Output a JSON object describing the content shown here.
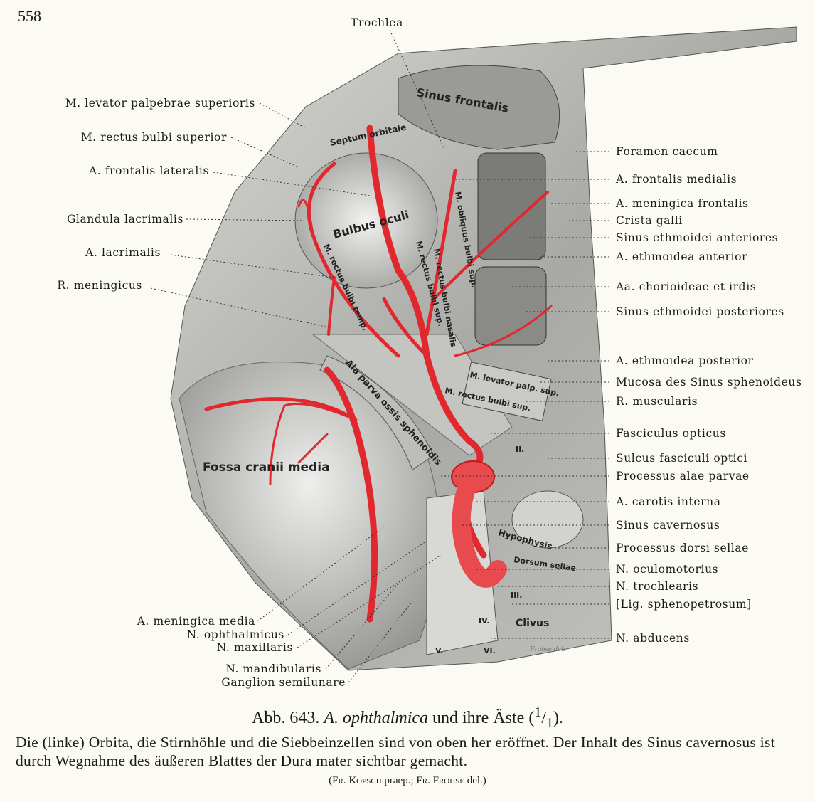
{
  "page_number": "558",
  "figure": {
    "top_label": "Trochlea",
    "left_labels": [
      "M. levator palpebrae superioris",
      "M. rectus bulbi superior",
      "A. frontalis lateralis",
      "Glandula lacrimalis",
      "A. lacrimalis",
      "R. meningicus"
    ],
    "bottom_labels": [
      "A. meningica media",
      "N. ophthalmicus",
      "N. maxillaris",
      "N. mandibularis",
      "Ganglion semilunare"
    ],
    "right_labels": [
      "Foramen caecum",
      "A. frontalis medialis",
      "A. meningica frontalis",
      "Crista galli",
      "Sinus ethmoidei anteriores",
      "A. ethmoidea anterior",
      "Aa. chorioideae et irdis",
      "Sinus ethmoidei posteriores",
      "A. ethmoidea posterior",
      "Mucosa des Sinus sphenoideus",
      "R. muscularis",
      "Fasciculus opticus",
      "Sulcus fasciculi optici",
      "Processus alae parvae",
      "A. carotis interna",
      "Sinus cavernosus",
      "Processus dorsi sellae",
      "N. oculomotorius",
      "N. trochlearis",
      "[Lig. sphenopetrosum]",
      "N. abducens"
    ],
    "inner_labels": {
      "sinus_frontalis": "Sinus frontalis",
      "septum_orbitale": "Septum orbitale",
      "bulbus_oculi": "Bulbus oculi",
      "m_obliquus": "M. obliquus bulbi sup.",
      "m_rectus_medialis": "M. rectus bulbi nasalis",
      "m_rectus_temp": "M. rectus bulbi temp.",
      "m_rectus_sup": "M. rectus bulbi sup.",
      "ala_parva": "Ala parva ossis sphenoidis",
      "fossa": "Fossa cranii media",
      "levator": "M. levator palp. sup.",
      "rectus_sup2": "M. rectus bulbi sup.",
      "hypophysis": "Hypophysis",
      "dorsum": "Dorsum sellae",
      "clivus": "Clivus",
      "n2": "II.",
      "n3": "III.",
      "n4": "IV.",
      "n5": "V.",
      "n6": "VI.",
      "signature": "Frohse del."
    }
  },
  "caption": {
    "prefix": "Abb. 643. ",
    "title_italic": "A. ophthalmica",
    "title_rest": " und ihre Äste (",
    "scale_sup": "1",
    "scale_sep": "/",
    "scale_sub": "1",
    "scale_end": ").",
    "body": "Die (linke) Orbita, die Stirnhöhle und die Siebbeinzellen sind von oben her eröffnet. Der Inhalt des Sinus cavernosus ist durch Wegnahme des äußeren Blattes der Dura mater sichtbar gemacht.",
    "credit_open": "(",
    "credit_name1": "Fr. Kopsch",
    "credit_mid": " praep.; ",
    "credit_name2": "Fr. Frohse",
    "credit_end": " del.)"
  },
  "colors": {
    "artery": "#e0282e",
    "bone": "#b9b9b4",
    "paper": "#fbfaf3"
  }
}
